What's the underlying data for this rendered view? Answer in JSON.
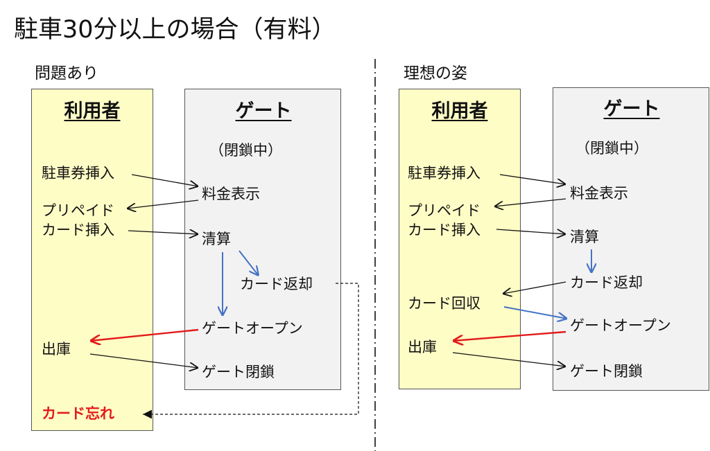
{
  "title": "駐車30分以上の場合（有料）",
  "left": {
    "section_label": "問題あり",
    "user_header": "利用者",
    "gate_header": "ゲート",
    "gate_status": "（閉鎖中）",
    "user_items": {
      "insert_ticket": "駐車券挿入",
      "insert_card_1": "プリペイド",
      "insert_card_2": "カード挿入",
      "exit": "出庫",
      "card_forgotten": "カード忘れ"
    },
    "gate_items": {
      "show_fee": "料金表示",
      "settle": "清算",
      "return_card": "カード返却",
      "gate_open": "ゲートオープン",
      "gate_close": "ゲート閉鎖"
    }
  },
  "right": {
    "section_label": "理想の姿",
    "user_header": "利用者",
    "gate_header": "ゲート",
    "gate_status": "（閉鎖中）",
    "user_items": {
      "insert_ticket": "駐車券挿入",
      "insert_card_1": "プリペイド",
      "insert_card_2": "カード挿入",
      "collect_card": "カード回収",
      "exit": "出庫"
    },
    "gate_items": {
      "show_fee": "料金表示",
      "settle": "清算",
      "return_card": "カード返却",
      "gate_open": "ゲートオープン",
      "gate_close": "ゲート閉鎖"
    }
  },
  "colors": {
    "user_fill": "#fffdc6",
    "gate_fill": "#f2f2f2",
    "flow_black": "#111111",
    "flow_blue": "#4472c4",
    "flow_red": "#e31b1b",
    "warning_text": "#e31b1b"
  }
}
